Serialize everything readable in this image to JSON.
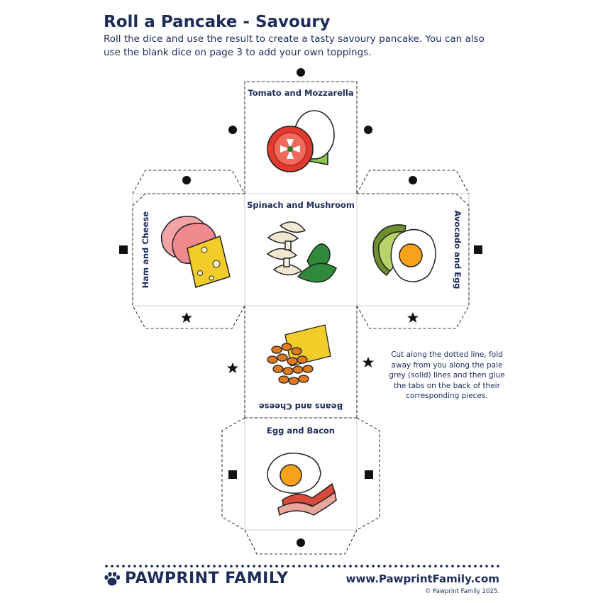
{
  "page": {
    "title": "Roll a Pancake - Savoury",
    "intro": "Roll the dice and use the result to create a tasty savoury pancake. You can also use the blank dice on page 3 to add your own toppings."
  },
  "faces": {
    "top": "Tomato and Mozzarella",
    "center": "Spinach and Mushroom",
    "left": "Ham and Cheese",
    "right": "Avocado and Egg",
    "lower": "Beans and Cheese",
    "bottom": "Egg and Bacon"
  },
  "instructions": "Cut along the dotted line, fold away from you along the pale grey (solid) lines and then glue the tabs on the back of their corresponding pieces.",
  "footer": {
    "brand": "PAWPRINT FAMILY",
    "url": "www.PawprintFamily.com",
    "copyright": "© Pawprint Family 2025."
  },
  "colors": {
    "navy": "#1c2d5a",
    "tomato": "#e23b2e",
    "spinach": "#2f8a3b",
    "cheese": "#f2cd2a",
    "ham": "#f08a8f",
    "avocado": "#8ab04a",
    "beans": "#e07a1f"
  }
}
